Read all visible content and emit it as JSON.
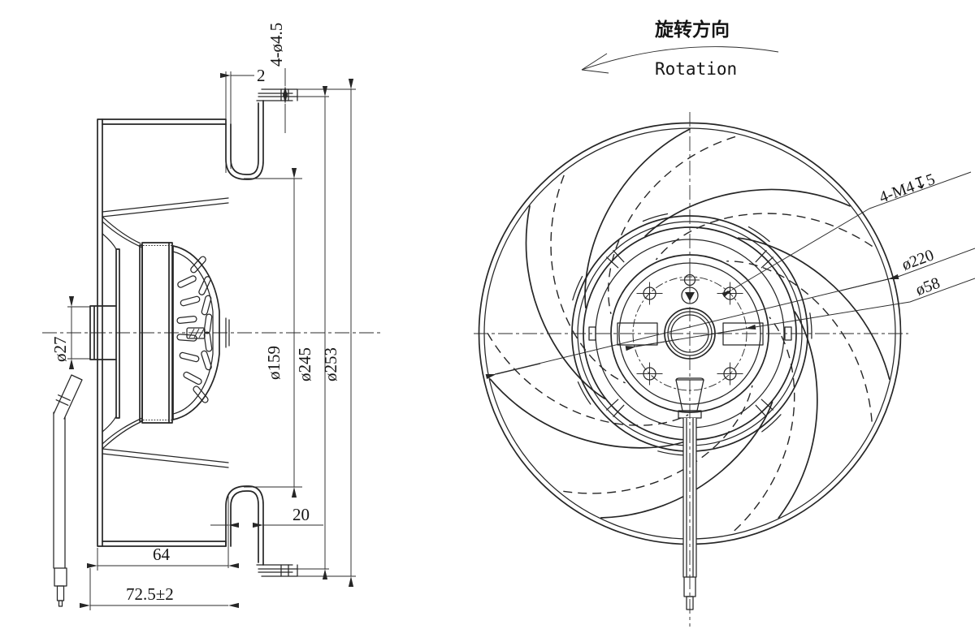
{
  "drawing": {
    "rotation": {
      "label_cn": "旋转方向",
      "label_en": "Rotation"
    },
    "side_view": {
      "dim_flange_thickness": "2",
      "dim_flange_holes": "4-ø4.5",
      "dim_shaft_boss": "ø27",
      "dim_inlet": "ø159",
      "dim_bolt_circle": "ø245",
      "dim_flange_od": "ø253",
      "dim_inlet_depth": "20",
      "dim_impeller_depth": "64",
      "dim_total_depth": "72.5±2"
    },
    "front_view": {
      "dim_tapped_holes": "4-M4↧5",
      "dim_impeller_od": "ø220",
      "dim_motor_bolt_circle": "ø58"
    }
  }
}
